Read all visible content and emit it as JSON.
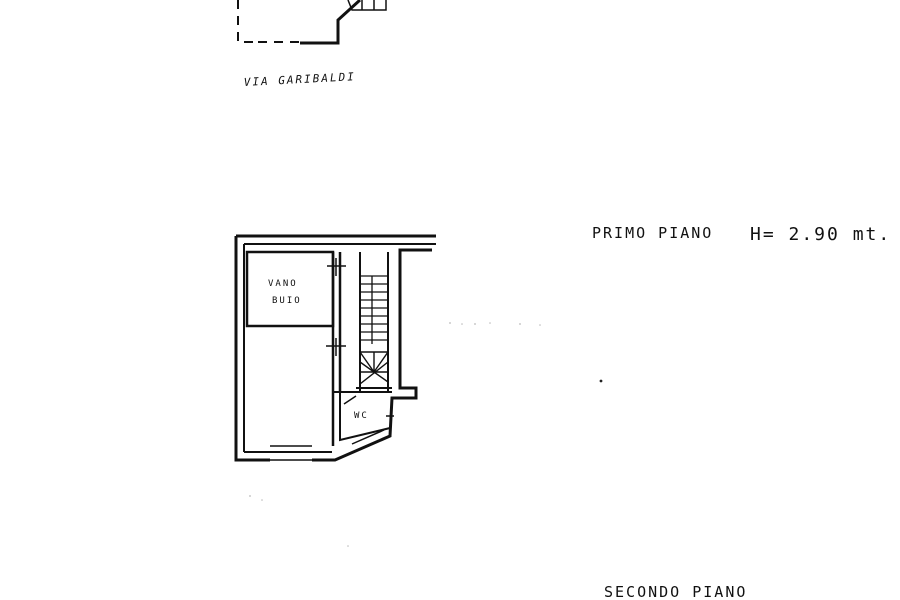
{
  "labels": {
    "street": "VIA GARIBALDI",
    "first_floor": "PRIMO PIANO",
    "height_note": "H= 2.90 mt.",
    "room_dark_line1": "VANO",
    "room_dark_line2": "BUIO",
    "wc": "WC",
    "second_floor": "SECONDO PIANO"
  }
}
